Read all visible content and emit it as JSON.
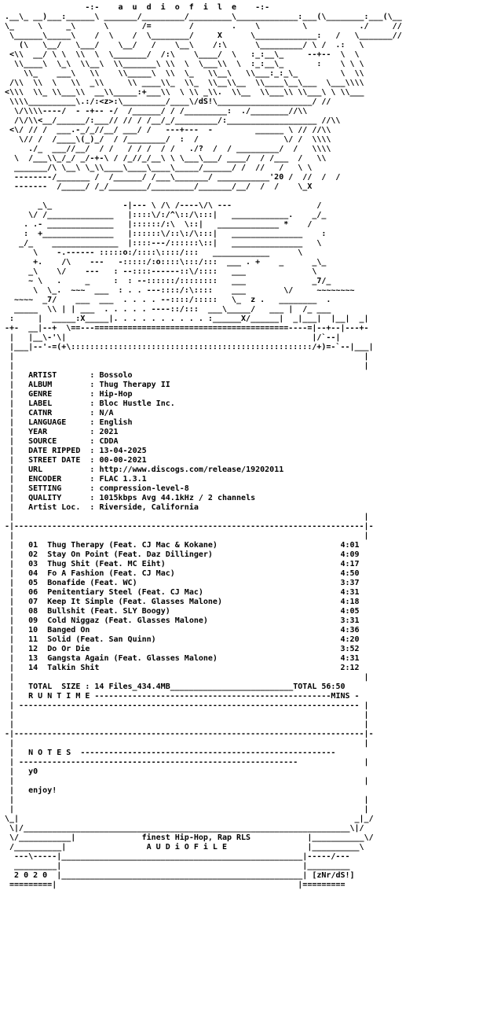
{
  "header": {
    "title_line": "                 -:-    a  u  d  i  o  f  i  l  e    -:-",
    "art": [
      ".__\\_ __)___:______\\ _______/_________/_________\\_____________:___(\\________:___(\\__",
      "\\_     \\     _\\      \\       /=        /        .    \\         \\           ./     //",
      " \\______\\_____\\    /  \\    /  \\________/     X      \\_____________:   /   \\_______//",
      "   (\\   \\__/   \\___/    \\__/   /    \\__\\    /:\\      \\_________/ \\ /  .:   \\",
      " <\\\\  __/ \\ \\  \\\\  \\  \\_______/  /:\\    \\____/  \\   :_:__\\_     --+--  \\  \\  ",
      "  \\\\____\\  \\_\\  \\\\__\\  \\\\_______\\ \\\\  \\  \\___\\\\  \\  :_:__\\_       :    \\ \\ \\",
      "    \\\\_    ___\\   \\\\    \\\\_____\\  \\\\  \\_   \\\\__\\   \\\\___:_:_\\_         \\  \\\\",
      " /\\\\  \\\\  \\   \\\\  _\\\\     \\\\ ____\\\\_  \\\\_  \\\\__\\\\__  \\\\____\\__\\___  \\___\\\\\\\\",
      "<\\\\\\  \\\\_ \\\\___\\\\  __\\\\_____:+___\\\\  \\ \\\\ _\\\\.  \\\\__  \\\\___\\\\ \\\\___\\ \\ \\\\___",
      " \\\\\\\\__________\\.:/:<z>:\\_________/____\\/dS!\\____________________/ //",
      "  \\/\\\\\\\\----/  - -+-- -/  /______/ / /_________:  ./________//\\\\",
      "  /\\/\\\\<__/______/:___// // / /__/_/_________/:___________________ //\\\\",
      " <\\/ // /  ___.-_/_//__/ ___/ /   ---+---  -         ______ \\ // //\\\\",
      "   \\// /  /____\\(_)_/  / /________/  :  /                  \\/ /  \\\\\\\\",
      "     ./_  ___//__/  / /   / / /  / /   ./?  /  / _________/  /   \\\\\\\\",
      "  \\  /___\\\\_/_/ _/-+-\\ / /_//_/__\\ \\ \\___\\___/ ____/  / /___  /   \\\\",
      "  _______/\\ \\__\\ \\_\\\\____\\____\\____\\_____/______/ /  //   /   \\ \\",
      "  --------/_______ /  /______/ /___\\_______/ ___________'20 /  //  /  /",
      "  -------  /_____/ /_/________/_________/_______/__/  /  /    \\_X"
    ],
    "art2": [
      "       _\\_               -|--- \\ /\\ /----\\/\\ ---                  /",
      "     \\/ /______________   |::::\\/:/^\\::/\\:::|   ____________.    _/_",
      "    . .- ______________   |::::::/:\\  \\::|   _____________ *    /",
      "    :  +_______________   |::::::\\/::\\:/\\:::|   _______________    :",
      "   _/_    ______________  |::::---/::::::\\::|   _______________   \\",
      "      \\    -.------ :::::o:/::::\\::::/:::   ____________      \\",
      "      +.    /\\    ---   -:::::/:o::::\\:::/:::  ___ . +    _      _\\_",
      "     _\\    \\/    ---   : --::::------::\\/::::   ___              \\",
      "     ~ \\   .     _     :  : --::::::/::::::::   ___              _7/_",
      "      \\  \\_.  ~~~  ___  : . . ---::::/:\\::::    ___        \\/     ~~~~~~~~",
      "  ~~~~  _7/    ___  ___  . . . . --::::/:::::   \\_  z .   ________  .",
      "  _____  \\\\ | | ___  . . . . . ----::/:::  ___\\_____/   ___ |  /_ ___"
    ],
    "frame_top": [
      " :     |  _____:X_____|. . . . . . . . . . :______X/______|  _|___|  |__|  _|",
      "-+-  __|--+  \\==---=========================================----=|--+--|---+-",
      " |   |__\\-'\\|                                                    |/`--|",
      " |___|--'-=(+\\:::::::::::::::::::::::::::::::::::::::::::::::::::/+)=-`--|___|"
    ]
  },
  "info": {
    "rows": [
      {
        "label": "ARTIST       ",
        "value": "Bossolo"
      },
      {
        "label": "ALBUM        ",
        "value": "Thug Therapy II"
      },
      {
        "label": "GENRE        ",
        "value": "Hip-Hop"
      },
      {
        "label": "LABEL        ",
        "value": "Bloc Hustle Inc."
      },
      {
        "label": "CATNR        ",
        "value": "N/A"
      },
      {
        "label": "LANGUAGE     ",
        "value": "English"
      },
      {
        "label": "YEAR         ",
        "value": "2021"
      },
      {
        "label": "SOURCE       ",
        "value": "CDDA"
      },
      {
        "label": "DATE RIPPED  ",
        "value": "13-04-2025"
      },
      {
        "label": "STREET DATE  ",
        "value": "00-00-2021"
      },
      {
        "label": "URL          ",
        "value": "http://www.discogs.com/release/19202011"
      },
      {
        "label": "ENCODER      ",
        "value": "FLAC 1.3.1"
      },
      {
        "label": "SETTING      ",
        "value": "compression-level-8"
      },
      {
        "label": "QUALITY      ",
        "value": "1015kbps Avg 44.1kHz / 2 channels"
      },
      {
        "label": "Artist Loc.  ",
        "value": "Riverside, California"
      }
    ]
  },
  "tracks": [
    {
      "no": "01",
      "title": "Thug Therapy (Feat. CJ Mac & Kokane)",
      "time": "4:01"
    },
    {
      "no": "02",
      "title": "Stay On Point (Feat. Daz Dillinger)",
      "time": "4:09"
    },
    {
      "no": "03",
      "title": "Thug Shit (Feat. MC Eiht)",
      "time": "4:17"
    },
    {
      "no": "04",
      "title": "Fo A Fashion (Feat. CJ Mac)",
      "time": "4:50"
    },
    {
      "no": "05",
      "title": "Bonafide (Feat. WC)",
      "time": "3:37"
    },
    {
      "no": "06",
      "title": "Penitentiary Steel (Feat. CJ Mac)",
      "time": "4:31"
    },
    {
      "no": "07",
      "title": "Keep It Simple (Feat. Glasses Malone)",
      "time": "4:18"
    },
    {
      "no": "08",
      "title": "Bullshit (Feat. SLY Boogy)",
      "time": "4:05"
    },
    {
      "no": "09",
      "title": "Cold Niggaz (Feat. Glasses Malone)",
      "time": "3:31"
    },
    {
      "no": "10",
      "title": "Banged On",
      "time": "4:36"
    },
    {
      "no": "11",
      "title": "Solid (Feat. San Quinn)",
      "time": "4:20"
    },
    {
      "no": "12",
      "title": "Do Or Die",
      "time": "3:52"
    },
    {
      "no": "13",
      "title": "Gangsta Again (Feat. Glasses Malone)",
      "time": "4:31"
    },
    {
      "no": "14",
      "title": "Talkin Shit",
      "time": "2:12"
    }
  ],
  "totals": {
    "size_line": "TOTAL  SIZE : 14 Files_434.4MB__________________________TOTAL 56:50",
    "runtime_line": "R U N T I M E --------------------------------------------------MINS -"
  },
  "notes": {
    "heading": "N O T E S  ------------------------------------------------------",
    "line1": "y0",
    "line2": "enjoy!"
  },
  "footer": {
    "tagline": "finest Hip-Hop, Rap RLS",
    "group": "A U D i O F i L E",
    "year": "2 0 2 0",
    "credit": "[zNr/dS!]"
  }
}
